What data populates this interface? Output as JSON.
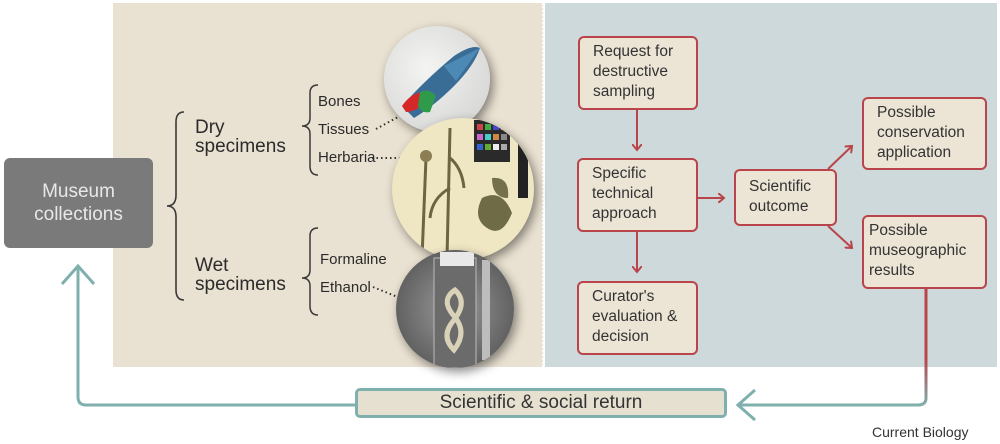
{
  "hub": {
    "label_line1": "Museum",
    "label_line2": "collections"
  },
  "categories": [
    {
      "line1": "Dry",
      "line2": "specimens",
      "items": [
        "Bones",
        "Tissues",
        "Herbaria"
      ]
    },
    {
      "line1": "Wet",
      "line2": "specimens",
      "items": [
        "Formaline",
        "Ethanol"
      ]
    }
  ],
  "images": [
    {
      "name": "bird-wing-photo",
      "depicts": "tissue specimen (colorful bird wing)"
    },
    {
      "name": "herbarium-sheet-photo",
      "depicts": "herbarium sheet with color chart"
    },
    {
      "name": "ethanol-jar-photo",
      "depicts": "specimen in ethanol jar"
    }
  ],
  "flow": {
    "request": [
      "Request for",
      "destructive",
      "sampling"
    ],
    "approach": [
      "Specific",
      "technical",
      "approach"
    ],
    "curator": [
      "Curator's",
      "evaluation &",
      "decision"
    ],
    "outcome": [
      "Scientific",
      "outcome"
    ],
    "conservation": [
      "Possible",
      "conservation",
      "application"
    ],
    "museographic": [
      "Possible",
      "museographic",
      "results"
    ]
  },
  "return_label": "Scientific & social return",
  "credit": "Current Biology",
  "colors": {
    "left_panel": "#e9e1d1",
    "right_panel": "#cdd9da",
    "flow_border": "#b9454a",
    "return_arrow": "#7fb0ad",
    "hub_fill": "#7a7a7a"
  }
}
